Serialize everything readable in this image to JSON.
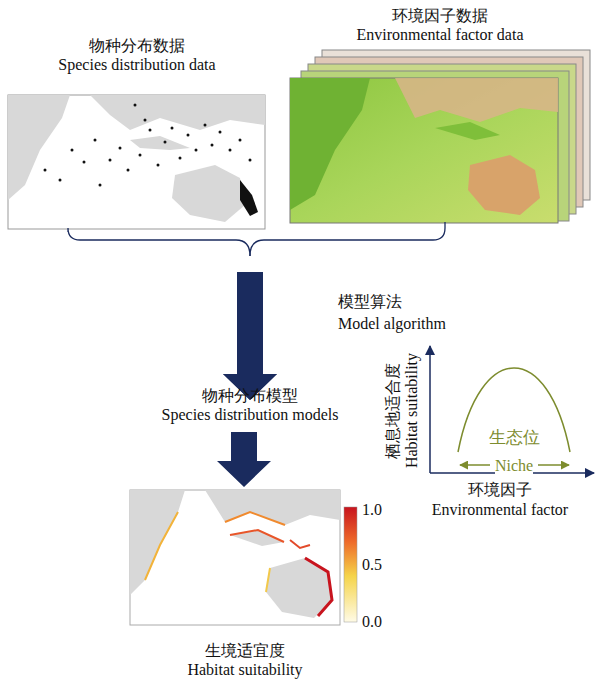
{
  "diagram": {
    "nodes": [
      {
        "text": [
          "物种分布数据",
          "Species distribution data"
        ]
      },
      {
        "text": [
          "环境因子数据",
          "Environmental factor data"
        ]
      },
      {
        "text": [
          "物种分布模型",
          "Species distribution models"
        ]
      },
      {
        "text": [
          "生境适宜度",
          "Habitat suitability"
        ]
      }
    ],
    "edges": [
      {
        "from": 0,
        "to": 2,
        "arrow": "to"
      },
      {
        "from": 1,
        "to": 2,
        "arrow": "to"
      },
      {
        "from": 2,
        "to": 3,
        "arrow": "to"
      }
    ],
    "labels": [
      "模型算法",
      "Model algorithm",
      "栖息地适合度",
      "Habitat suitability",
      "生态位",
      "Niche",
      "环境因子",
      "Environmental factor",
      "1.0",
      "0.5",
      "0.0"
    ]
  }
}
